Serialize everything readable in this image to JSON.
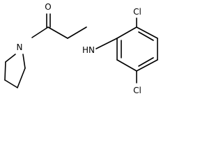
{
  "molecule": {
    "atoms": {
      "oxygen": "O",
      "nitrogen": "N",
      "amine": "HN",
      "chlorine_top": "Cl",
      "chlorine_bottom": "Cl"
    }
  },
  "colors": {
    "bond": "#000000",
    "text": "#000000",
    "background": "#ffffff"
  }
}
